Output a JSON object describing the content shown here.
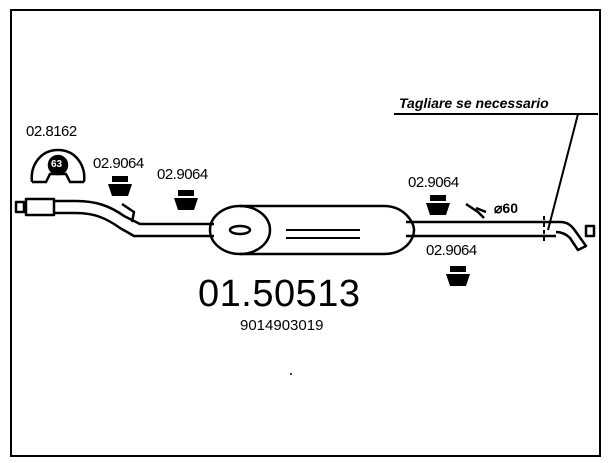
{
  "diagram": {
    "main_code": "01.50513",
    "oem_code": "9014903019",
    "cut_note": "Tagliare se necessario",
    "diameter_label": "⌀60",
    "parts": {
      "clamp": "02.8162",
      "clamp_badge": "63",
      "hanger_1": "02.9064",
      "hanger_2": "02.9064",
      "hanger_3": "02.9064",
      "hanger_4": "02.9064"
    }
  }
}
